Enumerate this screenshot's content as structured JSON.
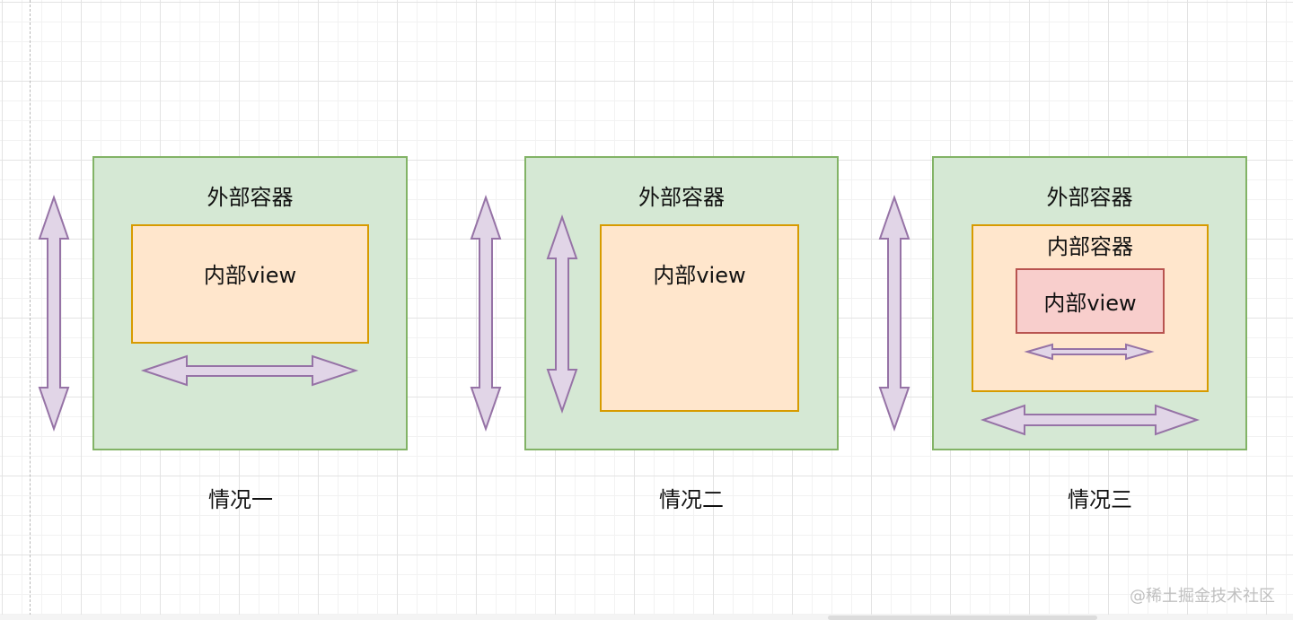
{
  "diagram": {
    "case1": {
      "outer_label": "外部容器",
      "inner_label": "内部view",
      "caption": "情况一"
    },
    "case2": {
      "outer_label": "外部容器",
      "inner_label": "内部view",
      "caption": "情况二"
    },
    "case3": {
      "outer_label": "外部容器",
      "middle_label": "内部容器",
      "inner_label": "内部view",
      "caption": "情况三"
    },
    "colors": {
      "outer_fill": "#d5e8d4",
      "outer_stroke": "#82b366",
      "inner_fill": "#ffe6cc",
      "inner_stroke": "#d79b00",
      "innermost_fill": "#f8cecc",
      "innermost_stroke": "#b85450",
      "arrow_fill": "#e1d5e7",
      "arrow_stroke": "#9673a6"
    }
  },
  "watermark": "@稀土掘金技术社区"
}
